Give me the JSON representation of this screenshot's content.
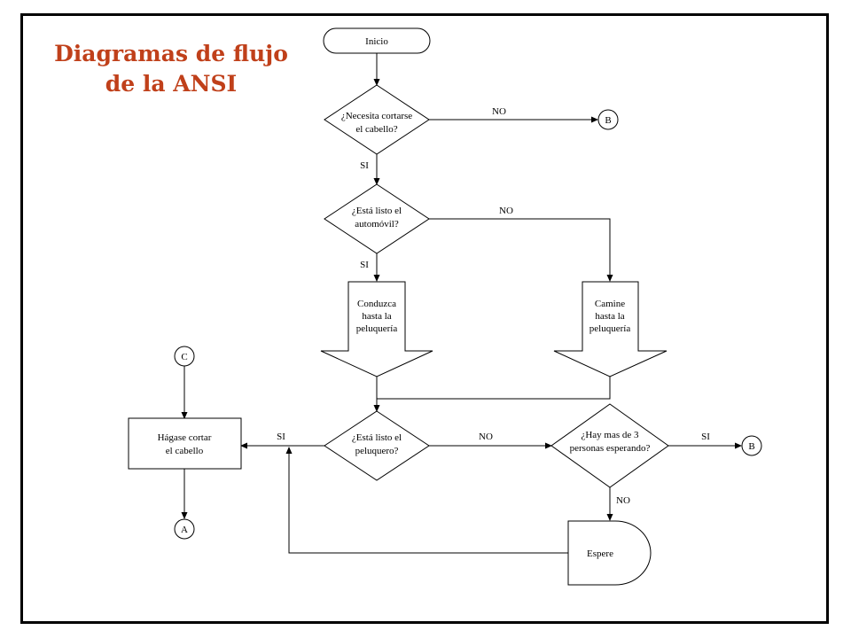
{
  "title": {
    "line1": "Diagramas de flujo",
    "line2": "de la ANSI",
    "color": "#c0401a"
  },
  "nodes": {
    "start": "Inicio",
    "decision_haircut": [
      "¿Necesita cortarse",
      "el cabello?"
    ],
    "decision_car": [
      "¿Está listo el",
      "automóvil?"
    ],
    "manual_drive": [
      "Conduzca",
      "hasta la",
      "peluquería"
    ],
    "manual_walk": [
      "Camine",
      "hasta la",
      "peluquería"
    ],
    "decision_barber": [
      "¿Está listo el",
      "peluquero?"
    ],
    "decision_people": [
      "¿Hay mas de 3",
      "personas esperando?"
    ],
    "process_cut": [
      "Hágase cortar",
      "el cabello"
    ],
    "delay_wait": "Espere",
    "connector_b1": "B",
    "connector_b2": "B",
    "connector_c": "C",
    "connector_a": "A"
  },
  "edge_labels": {
    "haircut_no": "NO",
    "haircut_si": "SI",
    "car_no": "NO",
    "car_si": "SI",
    "barber_si": "SI",
    "barber_no": "NO",
    "people_si": "SI",
    "people_no": "NO"
  }
}
